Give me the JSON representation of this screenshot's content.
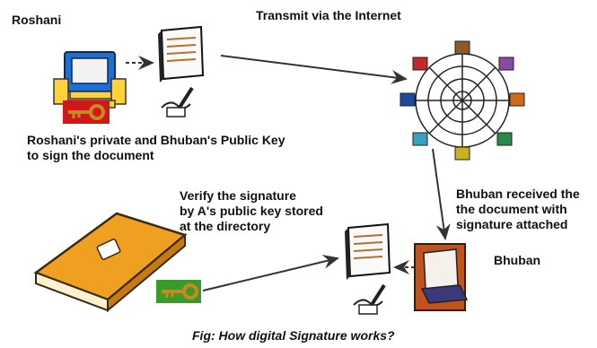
{
  "labels": {
    "sender": "Roshani",
    "transmit": "Transmit via the Internet",
    "sign_line1": "Roshani's private and Bhuban's  Public Key",
    "sign_line2": "to sign the document",
    "verify_line1": "Verify the signature",
    "verify_line2": "by A's public key stored",
    "verify_line3": "at the directory",
    "received_line1": "Bhuban received the",
    "received_line2": "the document with",
    "received_line3": "signature attached",
    "receiver": "Bhuban"
  },
  "caption": "Fig: How digital Signature works?",
  "icons": {
    "sender_computer": "computer-icon",
    "sender_key": "private-key-icon",
    "signed_document": "signed-document-icon",
    "signing_pen": "pen-signing-icon",
    "internet": "internet-web-icon",
    "directory": "directory-book-icon",
    "directory_key": "public-key-icon",
    "received_document": "received-document-icon",
    "received_pen": "pen-signing-icon",
    "receiver_laptop": "laptop-icon"
  },
  "colors": {
    "book": "#f0a020",
    "monitor": "#1e6fd0",
    "key_panel": "#d01818",
    "key_panel_green": "#3a9a2a",
    "key": "#c88a20"
  }
}
